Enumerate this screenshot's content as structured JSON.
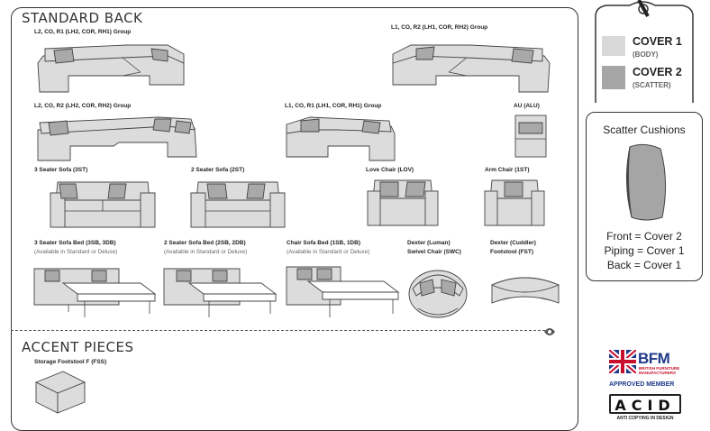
{
  "sections": {
    "standard_back": "STANDARD BACK",
    "accent_pieces": "ACCENT PIECES"
  },
  "items": {
    "corner_l2_co_r1": "L2, CO, R1 (LH2, COR, RH1) Group",
    "corner_l1_co_r2": "L1, CO, R2 (LH1, COR, RH2) Group",
    "corner_l2_co_r2": "L2, CO, R2 (LH2, COR, RH2) Group",
    "corner_l1_co_r1": "L1, CO, R1 (LH1, COR, RH1) Group",
    "au": "AU (ALU)",
    "sofa3": "3 Seater Sofa (3ST)",
    "sofa2": "2 Seater Sofa (2ST)",
    "love_chair": "Love Chair (LOV)",
    "arm_chair": "Arm Chair (1ST)",
    "bed3": "3 Seater Sofa Bed (3SB, 3DB)",
    "bed3_sub": "(Available in Standard or Deluxe)",
    "bed2": "2 Seater Sofa Bed (2SB, 2DB)",
    "bed2_sub": "(Available in Standard or Deluxe)",
    "chair_bed": "Chair Sofa Bed (1SB, 1DB)",
    "chair_bed_sub": "(Available in Standard or Deluxe)",
    "swivel_line1": "Dexter (Luman)",
    "swivel_line2": "Swivel Chair (SWC)",
    "footstool_line1": "Dexter (Cuddler)",
    "footstool_line2": "Footstool (FST)",
    "storage_footstool": "Storage Footstool F (FSS)"
  },
  "legend": {
    "cover1": "COVER 1",
    "cover1_sub": "(BODY)",
    "cover2": "COVER 2",
    "cover2_sub": "(SCATTER)",
    "cover1_color": "#d9d9d9",
    "cover2_color": "#a5a5a5"
  },
  "scatter": {
    "title": "Scatter Cushions",
    "front": "Front = Cover 2",
    "piping": "Piping = Cover 1",
    "back": "Back = Cover 1"
  },
  "logos": {
    "bfm_name": "BFM",
    "bfm_sub": "BRITISH FURNITURE MANUFACTURERS",
    "bfm_member": "APPROVED MEMBER",
    "acid_name": "ACID",
    "acid_sub": "ANTI COPYING IN DESIGN"
  }
}
